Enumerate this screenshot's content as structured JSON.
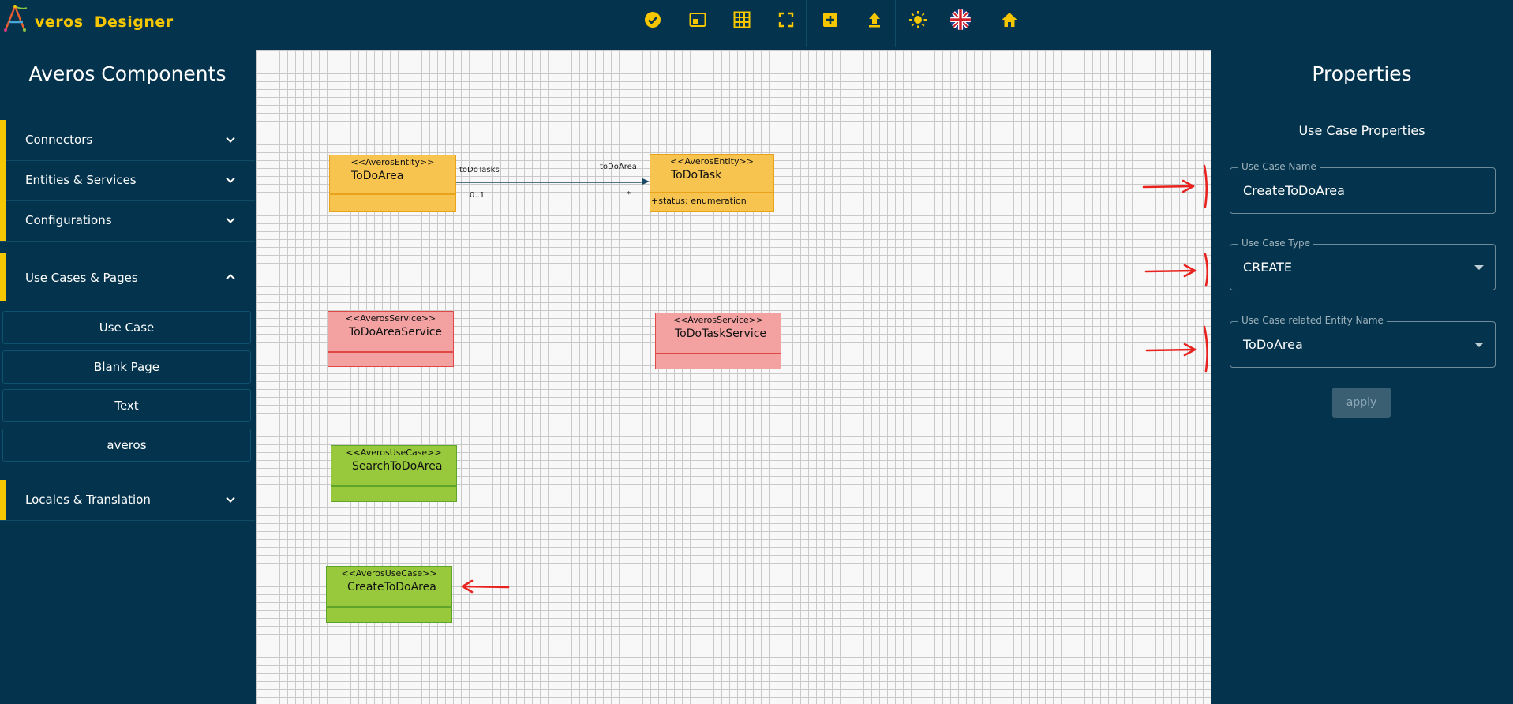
{
  "app": {
    "logo_a": "A",
    "logo_word1": "veros",
    "logo_word2": "Designer"
  },
  "toolbar": {
    "icons": [
      "check-circle-icon",
      "picture-in-picture-icon",
      "grid-icon",
      "fullscreen-icon",
      "add-box-icon",
      "upload-icon",
      "sun-icon",
      "uk-flag-icon",
      "home-icon"
    ],
    "accent_color": "#f6c600"
  },
  "sidebar": {
    "title": "Averos Components",
    "sections": [
      {
        "label": "Connectors",
        "expanded": false
      },
      {
        "label": "Entities & Services",
        "expanded": false
      },
      {
        "label": "Configurations",
        "expanded": false
      },
      {
        "label": "Use Cases & Pages",
        "expanded": true
      },
      {
        "label": "Locales & Translation",
        "expanded": false
      }
    ],
    "items": [
      {
        "label": "Use Case"
      },
      {
        "label": "Blank Page"
      },
      {
        "label": "Text"
      },
      {
        "label": "averos"
      }
    ]
  },
  "canvas": {
    "nodes": [
      {
        "stereotype": "<<AverosEntity>>",
        "name": "ToDoArea",
        "attribute": "",
        "color": "#f7c44f"
      },
      {
        "stereotype": "<<AverosEntity>>",
        "name": "ToDoTask",
        "attribute": "+status: enumeration",
        "color": "#f7c44f"
      },
      {
        "stereotype": "<<AverosService>>",
        "name": "ToDoAreaService",
        "attribute": "",
        "color": "#f3a1a1"
      },
      {
        "stereotype": "<<AverosService>>",
        "name": "ToDoTaskService",
        "attribute": "",
        "color": "#f3a1a1"
      },
      {
        "stereotype": "<<AverosUseCase>>",
        "name": "SearchToDoArea",
        "attribute": "",
        "color": "#98c93c"
      },
      {
        "stereotype": "<<AverosUseCase>>",
        "name": "CreateToDoArea",
        "attribute": "",
        "color": "#98c93c"
      }
    ],
    "connector": {
      "source_role": "toDoTasks",
      "source_multiplicity": "0..1",
      "target_role": "toDoArea",
      "target_multiplicity": "*"
    }
  },
  "properties": {
    "title": "Properties",
    "subtitle": "Use Case Properties",
    "fields": [
      {
        "label": "Use Case Name",
        "value": "CreateToDoArea",
        "type": "text"
      },
      {
        "label": "Use Case Type",
        "value": "CREATE",
        "type": "select"
      },
      {
        "label": "Use Case related Entity Name",
        "value": "ToDoArea",
        "type": "select"
      }
    ],
    "apply_label": "apply"
  },
  "annotation_color": "#e8231f"
}
